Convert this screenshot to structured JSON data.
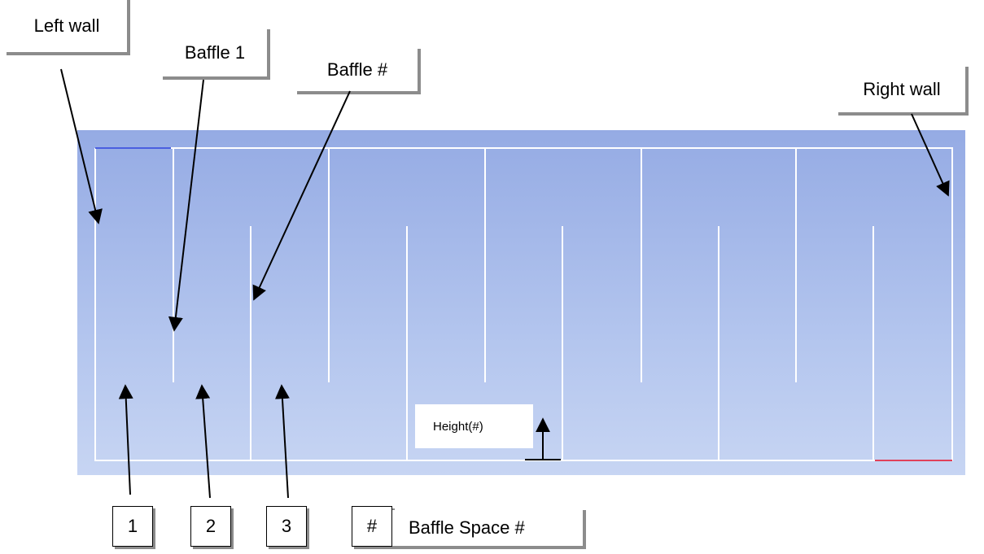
{
  "labels": {
    "left_wall": "Left wall",
    "baffle_1": "Baffle 1",
    "baffle_n": "Baffle #",
    "right_wall": "Right wall",
    "height": "Height(#)"
  },
  "spaces": [
    "1",
    "2",
    "3"
  ],
  "legend": {
    "symbol": "#",
    "text": "Baffle Space #"
  },
  "colors": {
    "background_top": "#95abe4",
    "background_bottom": "#c7d5f3",
    "walls": "#ffffff",
    "inlet_marker": "#4a5fe0",
    "outlet_marker": "#e0415a"
  }
}
